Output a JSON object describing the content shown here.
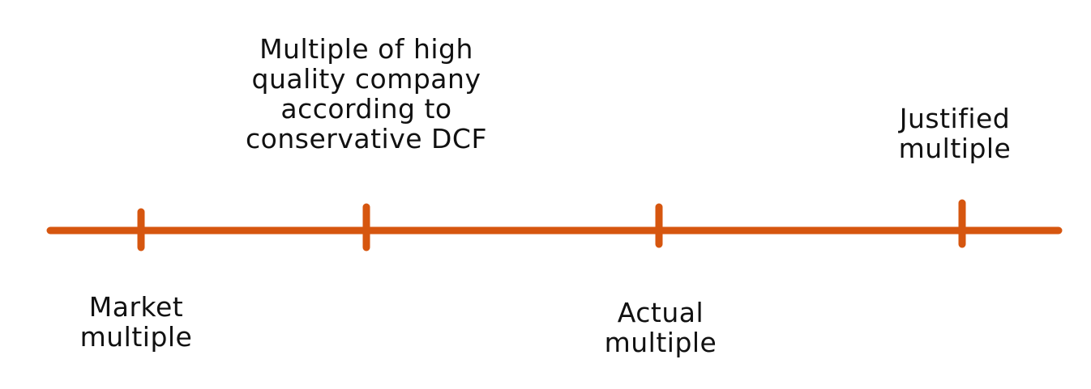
{
  "diagram": {
    "line_color": "#d6560f",
    "text_color": "#111111",
    "markers": [
      {
        "label": "Market\nmultiple",
        "label_side": "below"
      },
      {
        "label": "Multiple of high\nquality company\naccording to\nconservative DCF",
        "label_side": "above"
      },
      {
        "label": "Actual\nmultiple",
        "label_side": "below"
      },
      {
        "label": "Justified\nmultiple",
        "label_side": "above"
      }
    ]
  }
}
